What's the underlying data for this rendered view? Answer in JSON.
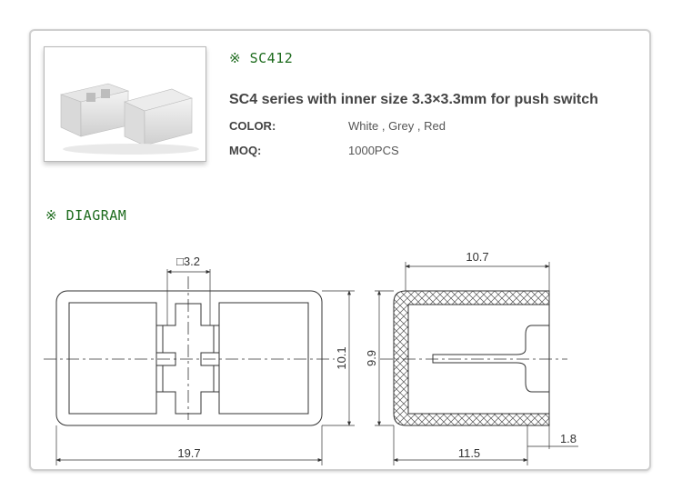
{
  "product": {
    "model_heading": "※ SC412",
    "subtitle": "SC4 series with inner size 3.3×3.3mm for push switch",
    "color_label": "COLOR:",
    "color_value": "White , Grey , Red",
    "moq_label": "MOQ:",
    "moq_value": "1000PCS"
  },
  "diagram": {
    "heading": "※ DIAGRAM",
    "front": {
      "inner_size": "□3.2",
      "width": "19.7",
      "height": "10.1"
    },
    "side": {
      "top": "10.7",
      "height": "9.9",
      "bottom": "11.5",
      "wall": "1.8"
    }
  },
  "colors": {
    "heading": "#1d6b1d",
    "line": "#333333",
    "frame": "#cfcfcf"
  }
}
